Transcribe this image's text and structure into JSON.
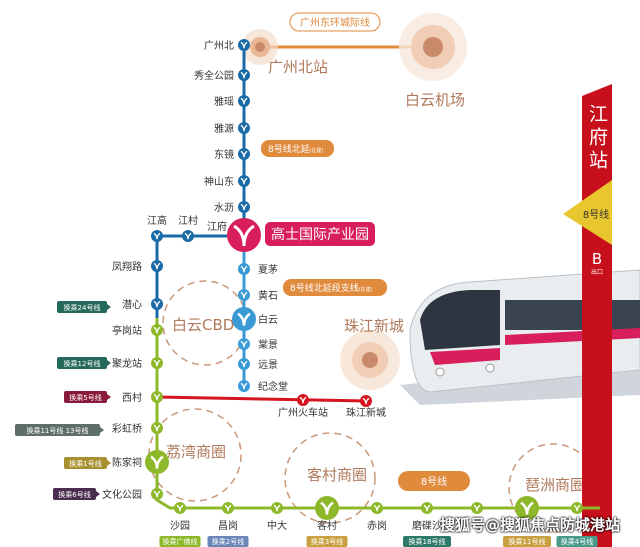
{
  "title_banner": {
    "station": "江府站",
    "line": "8号线",
    "exit": "B",
    "exit_label": "出口"
  },
  "intercity": {
    "label": "广州东环城际线",
    "north_station": "广州北站",
    "airport": "白云机场"
  },
  "hub": {
    "label": "高士国际产业园"
  },
  "pills": {
    "north_ext": "8号线北延",
    "north_ext_note": "(在建)",
    "branch": "8号线北延段支线",
    "branch_note": "(在建)",
    "line8": "8号线"
  },
  "areas": {
    "baiyun_cbd": "白云CBD",
    "zhujiang": "珠江新城",
    "liwan": "荔湾商圈",
    "kecun": "客村商圈",
    "pazhou": "琶洲商圈"
  },
  "trunk_stations": [
    "广州北",
    "秀全公园",
    "雅瑶",
    "雅源",
    "东镜",
    "神山东",
    "水沥",
    "江府"
  ],
  "west_stations": [
    "江村",
    "江高",
    "凤翔路",
    "潜心",
    "亭岗站",
    "聚龙站",
    "西村",
    "彩虹桥",
    "陈家祠",
    "文化公园"
  ],
  "branch_stations": [
    "夏茅",
    "黄石",
    "白云",
    "棠景",
    "远景",
    "纪念堂"
  ],
  "red_stations": [
    "广州火车站",
    "珠江新城"
  ],
  "bottom_stations": [
    "沙园",
    "昌岗",
    "中大",
    "客村",
    "赤岗",
    "磨碟沙"
  ],
  "transfers_left": [
    {
      "station": "潜心",
      "label": "换乘24号线",
      "color": "#24695a"
    },
    {
      "station": "聚龙站",
      "label": "换乘12号线",
      "color": "#24695a"
    },
    {
      "station": "西村",
      "label": "换乘5号线",
      "color": "#8a1a3a"
    },
    {
      "station": "彩虹桥",
      "label": "换乘11号线 13号线",
      "color": "#5e6e68"
    },
    {
      "station": "陈家祠",
      "label": "换乘1号线",
      "color": "#a89030"
    },
    {
      "station": "文化公园",
      "label": "换乘6号线",
      "color": "#4a2e4e"
    }
  ],
  "transfers_bottom": [
    {
      "label": "换乘广佛线",
      "color": "#8cb82a"
    },
    {
      "label": "换乘2号线",
      "color": "#6a86b8"
    },
    {
      "label": "换乘3号线",
      "color": "#c8a040"
    },
    {
      "label": "换乘18号线",
      "color": "#2e7a6a"
    },
    {
      "label": "换乘11号线",
      "color": "#c8a040"
    },
    {
      "label": "换乘4号线",
      "color": "#4a9a8a"
    }
  ],
  "watermark": "搜狐号@搜狐焦点防城港站",
  "colors": {
    "dark_blue": "#1b6aa8",
    "light_blue": "#3a9ad6",
    "green": "#8cb82a",
    "red": "#d4141f",
    "orange": "#e08a3c",
    "magenta": "#d81e5b"
  }
}
